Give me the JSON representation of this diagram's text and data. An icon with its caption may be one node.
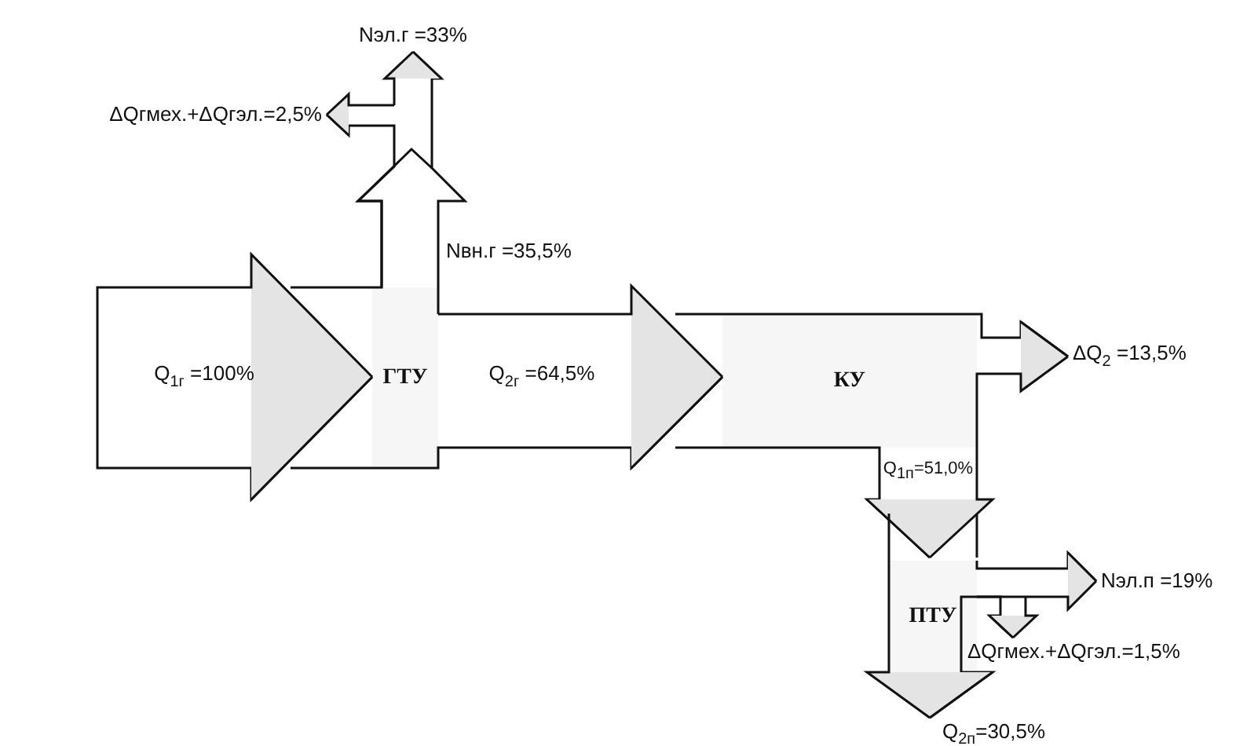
{
  "diagram": {
    "nodes": [
      {
        "text": [
          "ГТУ"
        ]
      },
      {
        "text": [
          "КУ"
        ]
      },
      {
        "text": [
          "ПТУ"
        ]
      },
      {
        "text": [
          "Nэл.г =33%"
        ]
      },
      {
        "text": [
          "ΔQгмех.+ΔQгэл.=2,5%"
        ]
      },
      {
        "text": [
          "ΔQ$_{2}$ =13,5%"
        ]
      },
      {
        "text": [
          "Nэл.п =19%"
        ]
      },
      {
        "text": [
          "ΔQгмех.+ΔQгэл.=1,5%"
        ]
      },
      {
        "text": [
          "Q$_{2п}$=30,5%"
        ]
      }
    ],
    "edges": [
      {
        "from": null,
        "to": 0,
        "arrow": "to",
        "label": "Q$_{1г}$ =100%"
      },
      {
        "from": 0,
        "to": 1,
        "arrow": "to",
        "label": "Q$_{2г}$ =64,5%"
      },
      {
        "from": 0,
        "to": 3,
        "arrow": "to",
        "label": "Nвн.г =35,5%"
      },
      {
        "from": 0,
        "to": 4,
        "arrow": "to"
      },
      {
        "from": 1,
        "to": 5,
        "arrow": "to"
      },
      {
        "from": 1,
        "to": 2,
        "arrow": "to",
        "label": "Q$_{1п}$=51,0%"
      },
      {
        "from": 2,
        "to": 6,
        "arrow": "to"
      },
      {
        "from": 2,
        "to": 7,
        "arrow": "to"
      },
      {
        "from": 2,
        "to": 8,
        "arrow": "to"
      }
    ]
  }
}
